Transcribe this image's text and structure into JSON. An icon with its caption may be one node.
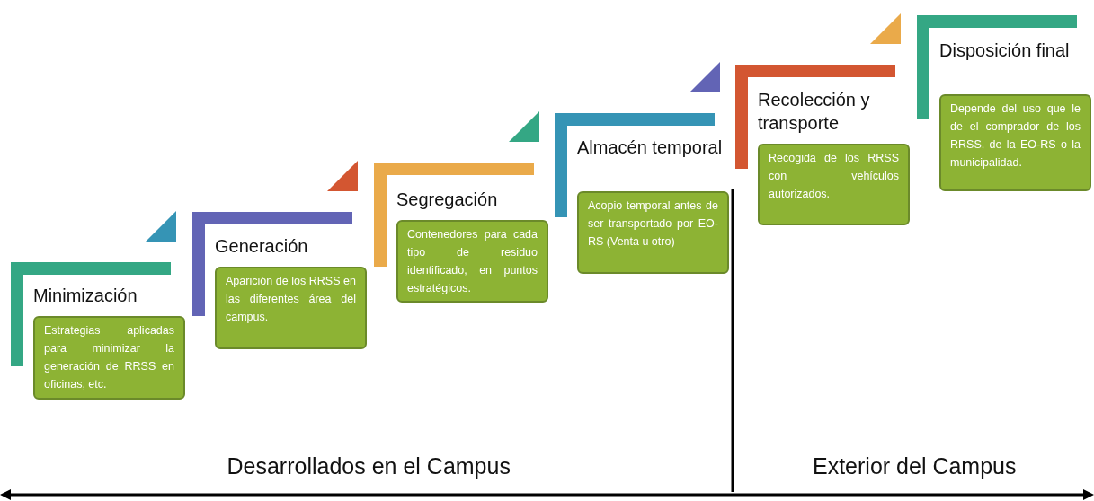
{
  "diagram": {
    "nodes": [
      {
        "text": [
          "Minimización",
          "Estrategias aplicadas para minimizar la generación de RRSS en oficinas, etc."
        ]
      },
      {
        "text": [
          "Generación",
          "Aparición de los RRSS en las diferentes área del campus."
        ]
      },
      {
        "text": [
          "Segregación",
          "Contenedores para cada tipo de residuo identificado, en puntos estratégicos."
        ]
      },
      {
        "text": [
          "Almacén temporal",
          "Acopio temporal antes de ser transportado por EO-RS (Venta u otro)"
        ]
      },
      {
        "text": [
          "Recolección y transporte",
          "Recogida de los RRSS con vehículos autorizados."
        ]
      },
      {
        "text": [
          "Disposición final",
          "Depende del uso que le de el comprador de los RRSS, de la EO-RS o la municipalidad."
        ]
      }
    ],
    "labels": [
      "Desarrollados en el Campus",
      "Exterior del Campus"
    ]
  }
}
